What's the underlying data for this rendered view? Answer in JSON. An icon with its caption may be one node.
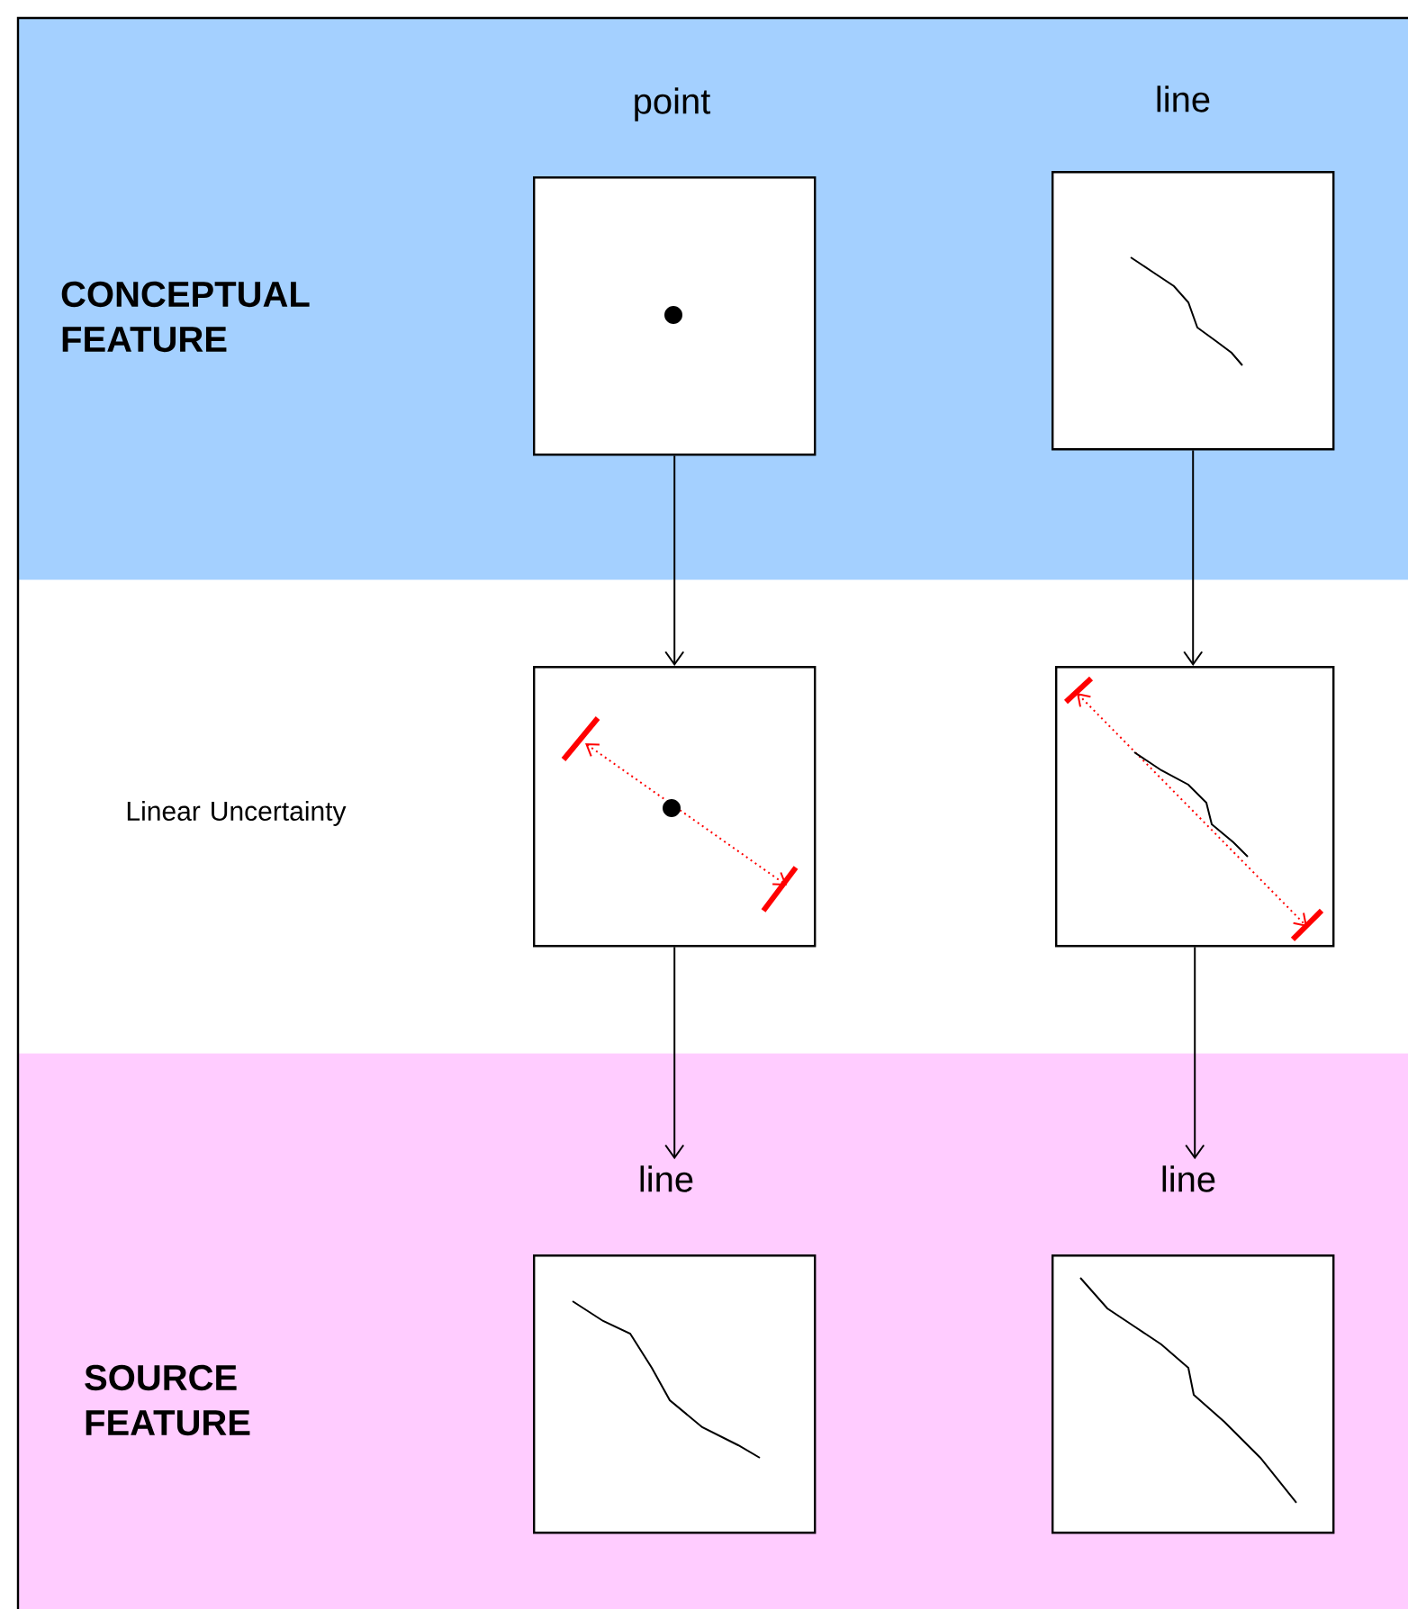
{
  "diagram": {
    "nodes": [
      {
        "text": [
          "CONCEPTUAL FEATURE"
        ]
      },
      {
        "text": [
          "point"
        ],
        "in": 0
      },
      {
        "text": [
          "line"
        ],
        "in": 0
      },
      {
        "text": [],
        "shape": "box"
      },
      {
        "text": [],
        "shape": "box"
      },
      {
        "text": [
          "SOURCE FEATURE"
        ]
      },
      {
        "text": [
          "line"
        ],
        "in": 5
      },
      {
        "text": [
          "line"
        ],
        "in": 5
      }
    ],
    "edges": [
      {
        "from": 1,
        "to": 3,
        "arrow": "to"
      },
      {
        "from": 2,
        "to": 4,
        "arrow": "to"
      },
      {
        "from": 3,
        "to": 6,
        "arrow": "to"
      },
      {
        "from": 4,
        "to": 7,
        "arrow": "to"
      }
    ],
    "labels": [
      "Linear Uncertainty"
    ]
  }
}
